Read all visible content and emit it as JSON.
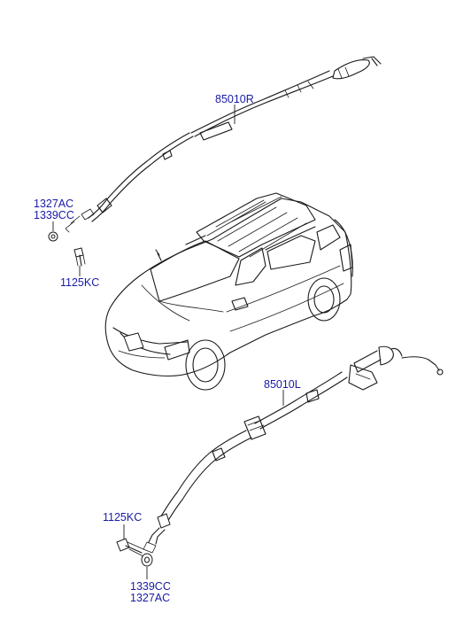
{
  "diagram": {
    "labels": {
      "curtain_airbag_right": "85010R",
      "nut_1327ac_top": "1327AC",
      "nut_1339cc_top": "1339CC",
      "bolt_1125kc_top": "1125KC",
      "curtain_airbag_left": "85010L",
      "bolt_1125kc_bottom": "1125KC",
      "nut_1339cc_bottom": "1339CC",
      "nut_1327ac_bottom": "1327AC"
    },
    "colors": {
      "label_text": "#1a1aa6",
      "line_art": "#1a1a1a",
      "background": "#ffffff"
    }
  }
}
